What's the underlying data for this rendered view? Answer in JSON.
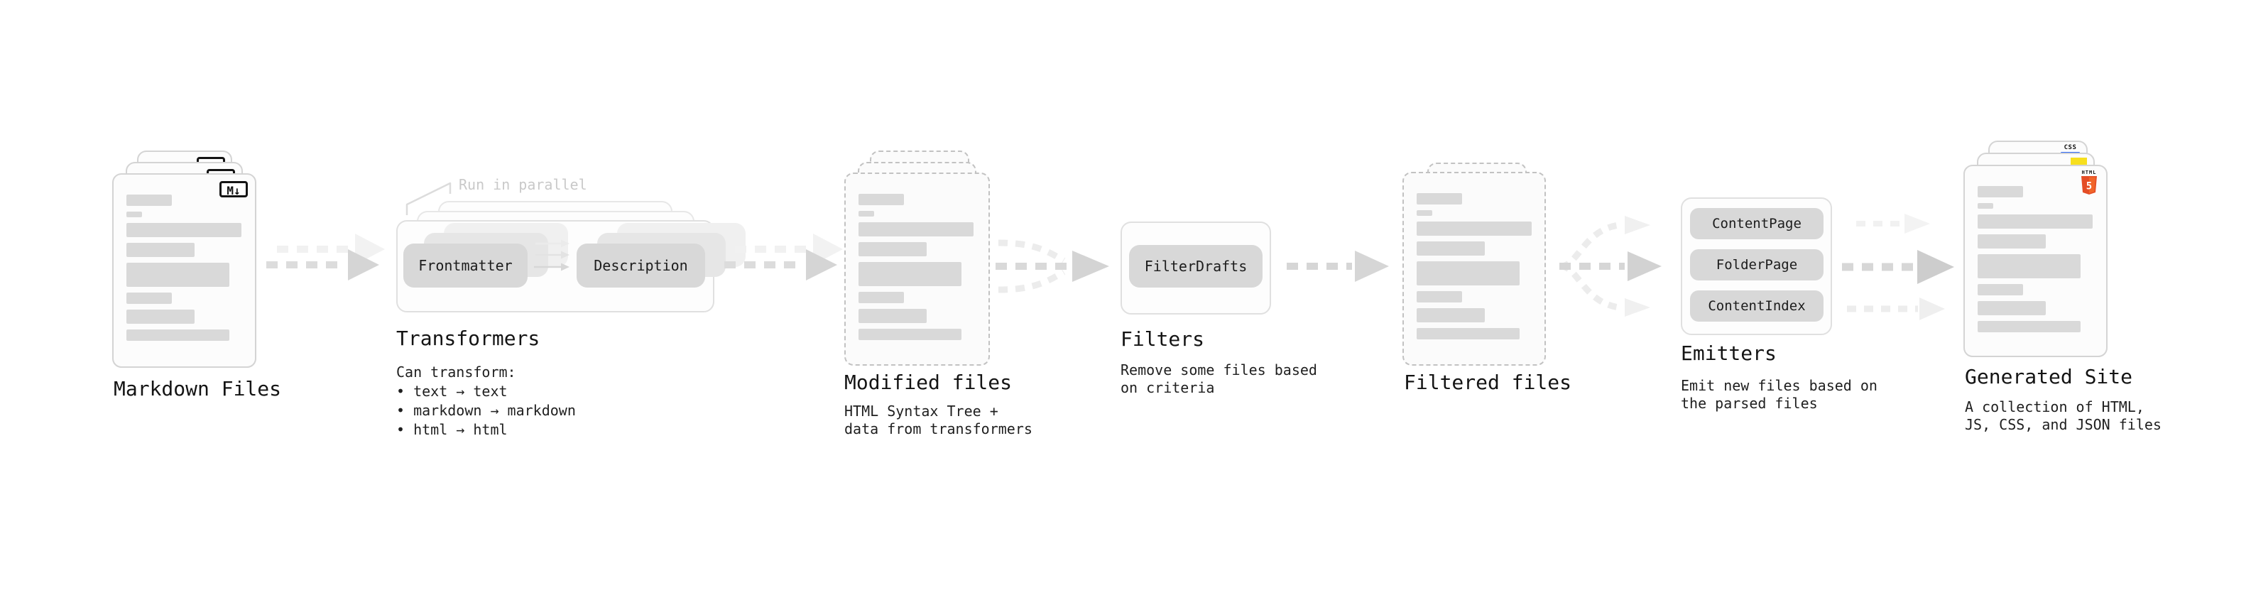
{
  "stages": {
    "markdown": {
      "title": "Markdown Files",
      "badge": "M↓"
    },
    "transformers": {
      "title": "Transformers",
      "note": "Run in parallel",
      "pill_left": "Frontmatter",
      "pill_right": "Description",
      "body": "Can transform:\n • text → text\n • markdown → markdown\n • html → html"
    },
    "modified": {
      "title": "Modified files",
      "body": "HTML Syntax Tree +\ndata from transformers"
    },
    "filters": {
      "title": "Filters",
      "pill": "FilterDrafts",
      "body": "Remove some files based\non criteria"
    },
    "filtered": {
      "title": "Filtered files"
    },
    "emitters": {
      "title": "Emitters",
      "pills": [
        "ContentPage",
        "FolderPage",
        "ContentIndex"
      ],
      "body": "Emit new files based on\nthe parsed files"
    },
    "generated": {
      "title": "Generated Site",
      "body": "A collection of HTML,\nJS, CSS, and JSON files",
      "badges": {
        "html": {
          "label": "HTML",
          "digit": "5",
          "color": "#e44d26"
        },
        "js": {
          "color": "#f7df1e"
        },
        "css": {
          "label": "CSS",
          "color": "#2b66f6"
        }
      }
    }
  },
  "colors": {
    "content_bar": "#d9d9d9",
    "pill_gray": "#d8d8d8",
    "arrow_gray": "#d5d5d5",
    "note_gray": "#c9c9c9",
    "html5_orange": "#e44d26",
    "js_yellow": "#f7df1e",
    "css_blue": "#2b66f6"
  }
}
